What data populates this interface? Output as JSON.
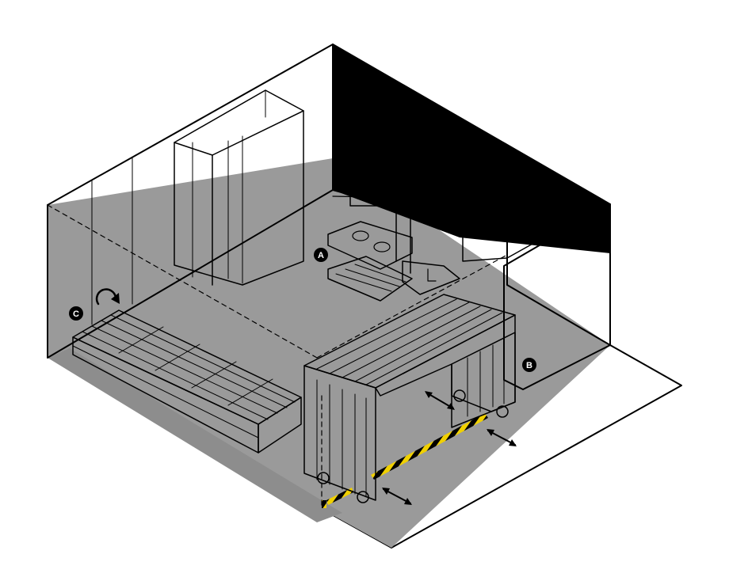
{
  "diagram": {
    "markers": [
      {
        "id": "A",
        "label": "A"
      },
      {
        "id": "B",
        "label": "B"
      },
      {
        "id": "C",
        "label": "C"
      }
    ]
  }
}
